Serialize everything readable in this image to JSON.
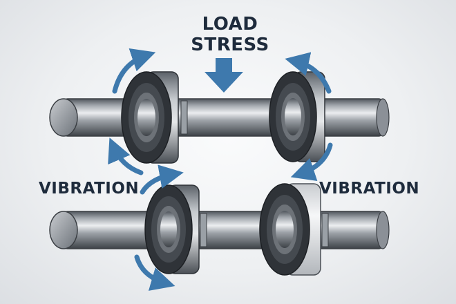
{
  "labels": {
    "load_line1": "LOAD",
    "load_line2": "STRESS",
    "vibration_left": "VIBRATION",
    "vibration_right": "VIBRATION"
  },
  "colors": {
    "arrow": "#3e79ad",
    "text": "#1e2b3c",
    "shaft": "#8e949c",
    "bearing_dark": "#2f3338",
    "bearing_light": "#e9eaec"
  },
  "icons": {
    "load_arrow": "arrow-down-icon",
    "rotation_arrows": "curved-arrow-icon"
  }
}
